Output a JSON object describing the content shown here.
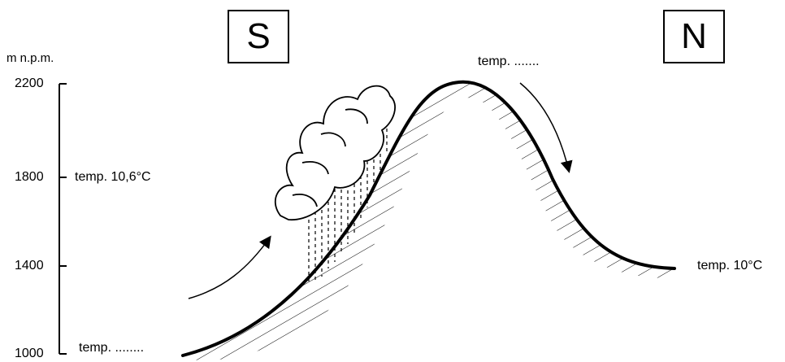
{
  "direction_labels": {
    "south": "S",
    "north": "N"
  },
  "axis": {
    "unit": "m n.p.m.",
    "ticks": [
      "2200",
      "1800",
      "1400",
      "1000"
    ]
  },
  "temperatures": {
    "at_1000": "temp. ........",
    "at_1800": "temp. 10,6°C",
    "summit": "temp. .......",
    "at_1400_leeward": "temp. 10°C"
  }
}
